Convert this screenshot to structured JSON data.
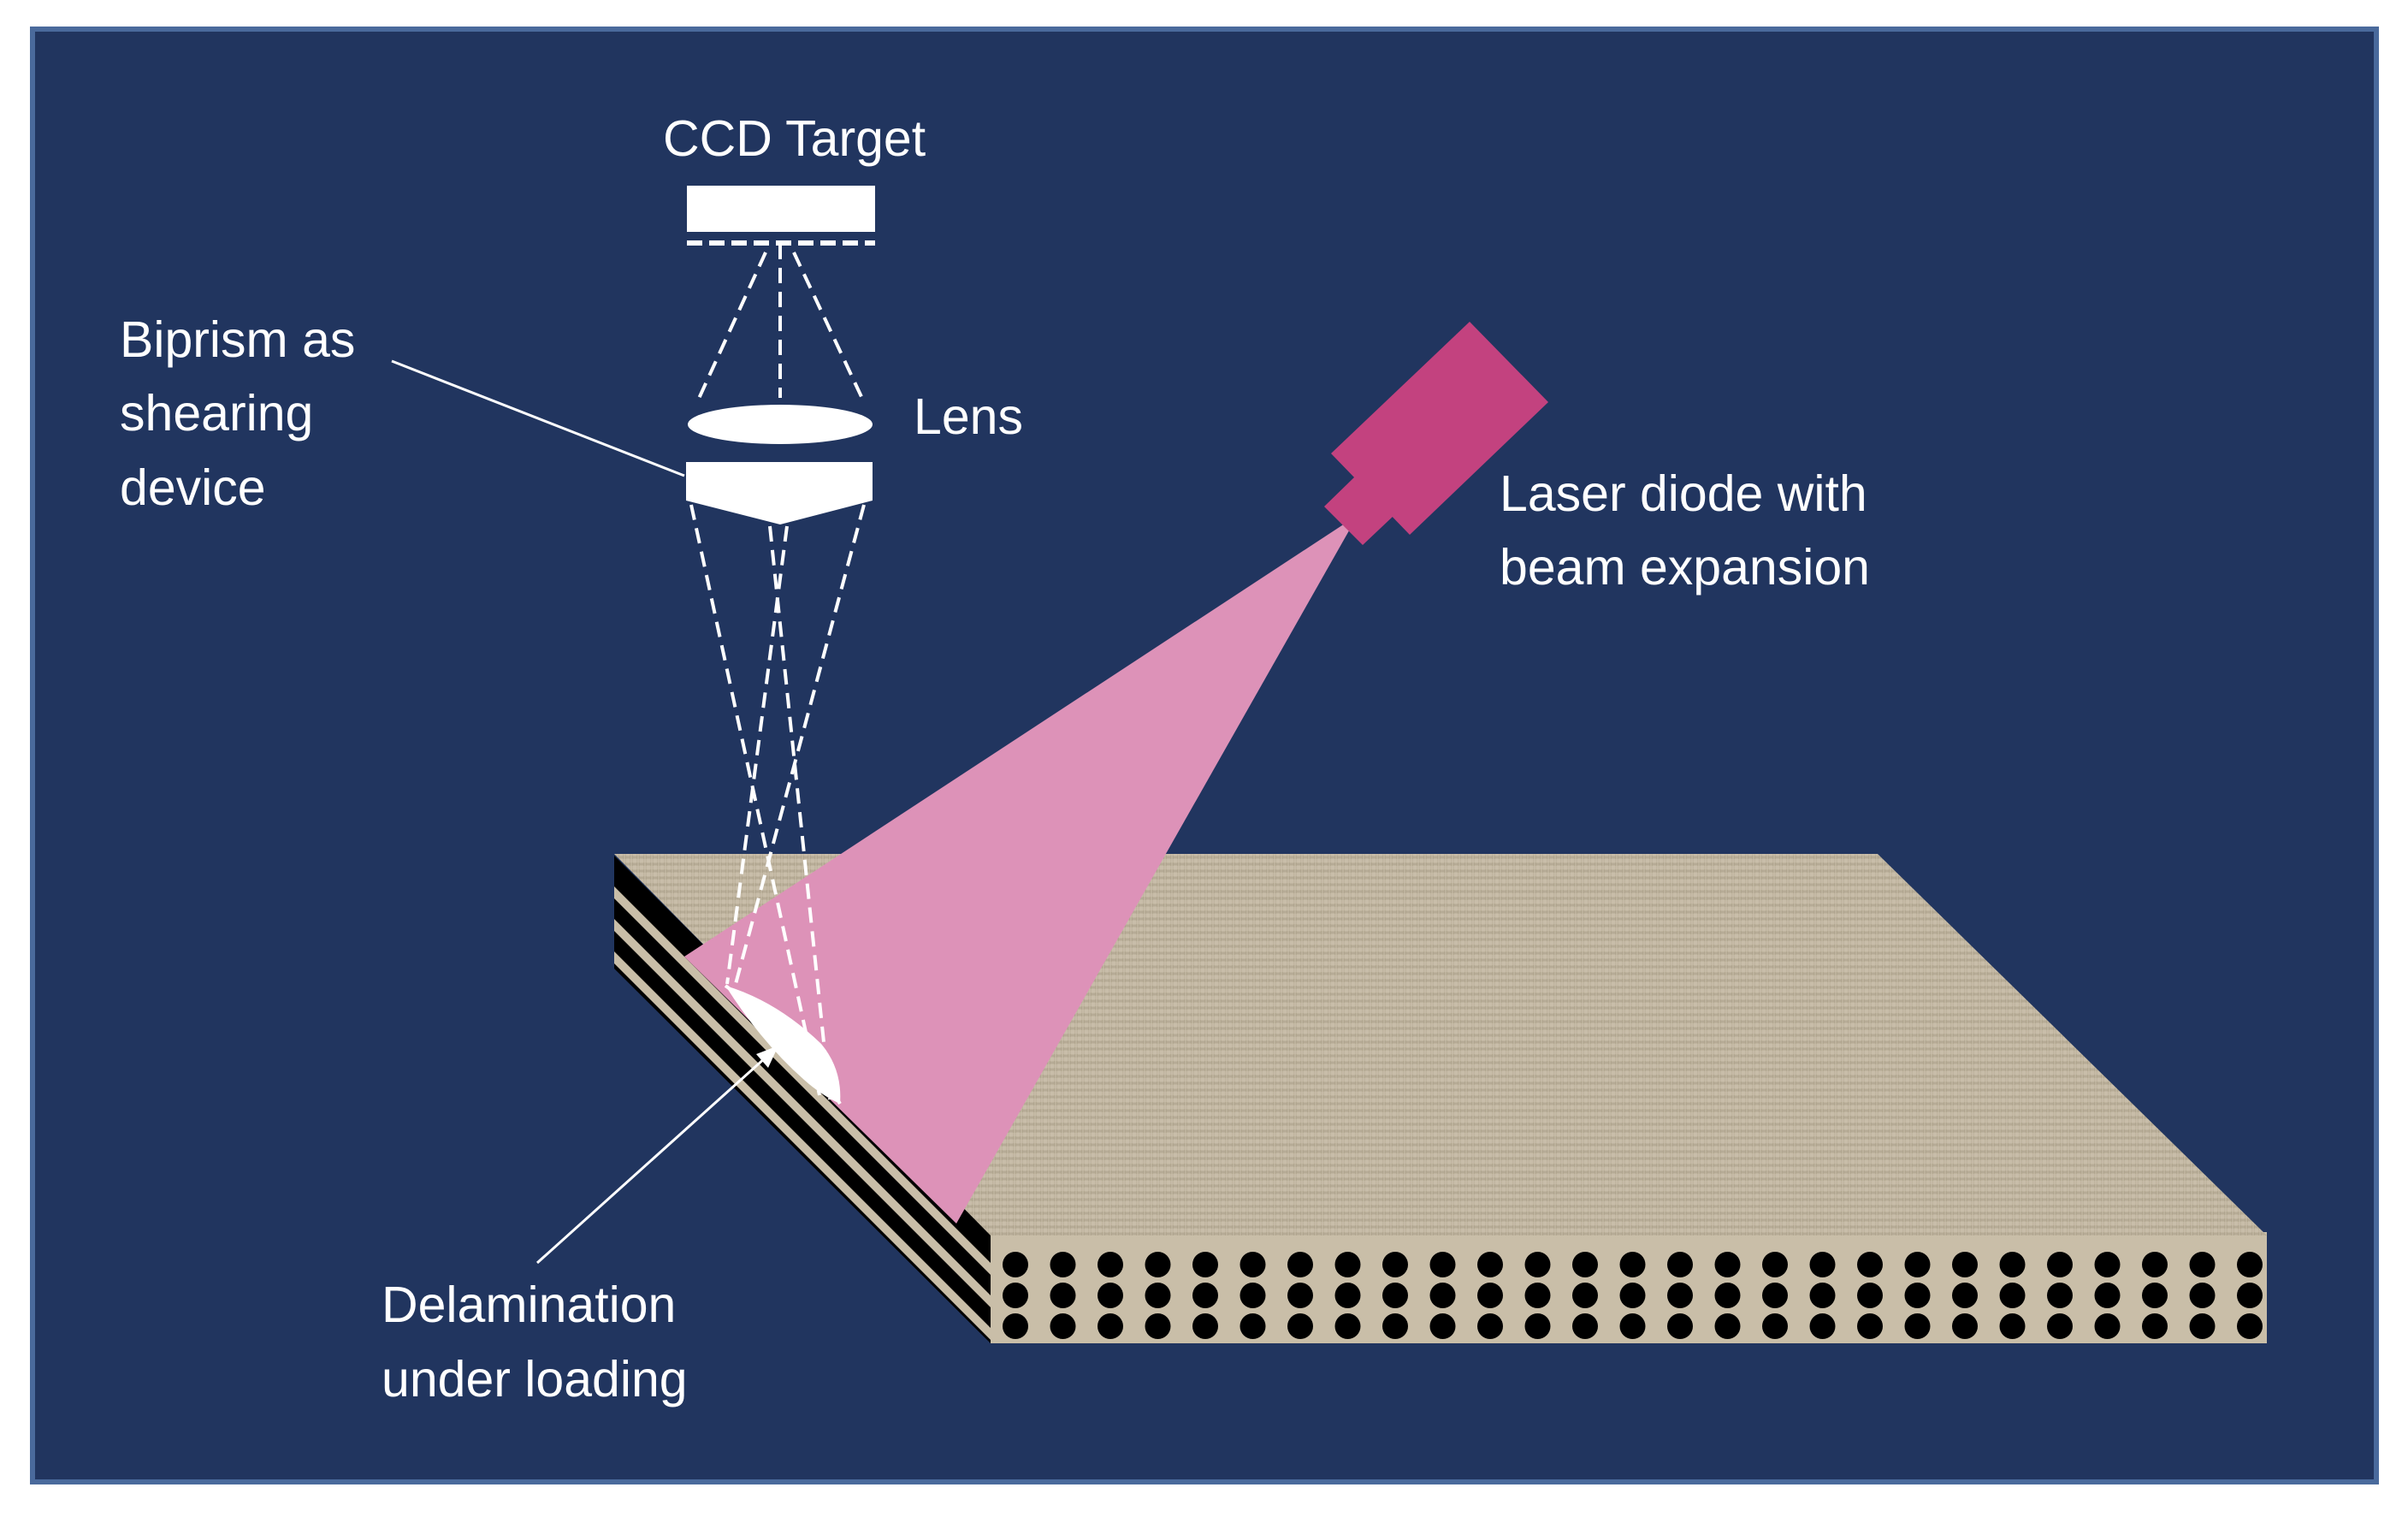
{
  "labels": {
    "ccd_target": "CCD Target",
    "biprism_line1": "Biprism as",
    "biprism_line2": "shearing",
    "biprism_line3": "device",
    "lens": "Lens",
    "laser_line1": "Laser diode with",
    "laser_line2": "beam expansion",
    "delamination_line1": "Delamination",
    "delamination_line2": "under loading"
  },
  "colors": {
    "background": "#21355f",
    "frame": "#4a6a9c",
    "plate_top": "#bfb49f",
    "plate_dark": "#000000",
    "laser_body": "#c3427f",
    "laser_beam": "#dd92b8",
    "optics": "#ffffff",
    "label_text": "#ffffff"
  }
}
